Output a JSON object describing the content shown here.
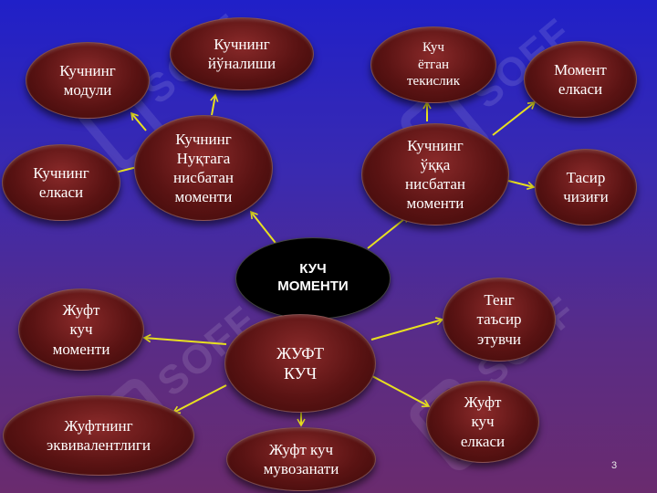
{
  "center": "КУЧ\nМОМЕНТИ",
  "hubs": {
    "point_moment": "Кучнинг\nНуқтага\nнисбатан\nмоменти",
    "axis_moment": "Кучнинг\nўққа\nнисбатан\nмоменти",
    "couple": "ЖУФТ\nКУЧ"
  },
  "leaves": {
    "force_direction": "Кучнинг\nйўналиши",
    "force_modulus": "Кучнинг\nмодули",
    "force_arm": "Кучнинг\nелкаси",
    "force_plane": "Куч\nётган\nтекислик",
    "moment_arm": "Момент\nелкаси",
    "action_line": "Тасир\nчизиғи",
    "couple_moment": "Жуфт\nкуч\nмоменти",
    "equal_effect": "Тенг\nтаъсир\nэтувчи",
    "couple_equivalence": "Жуфтнинг\nэквивалентлиги",
    "couple_arm": "Жуфт\nкуч\nелкаси",
    "couple_balance": "Жуфт куч\nмувозанати"
  },
  "slide_number": "3",
  "watermark_text": "SOFF",
  "colors": {
    "arrow": "#e8e020",
    "node": "#6a1a1a",
    "center": "#000000"
  }
}
